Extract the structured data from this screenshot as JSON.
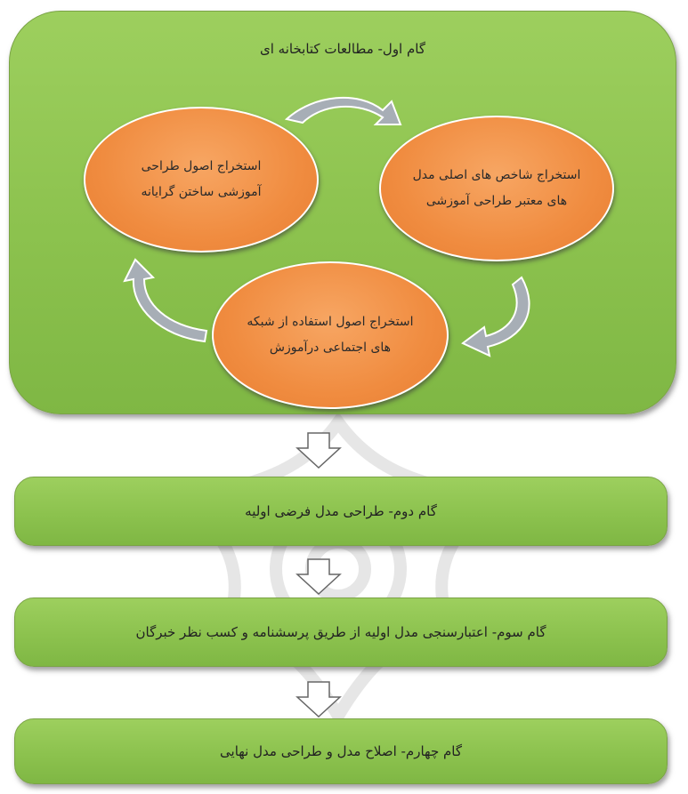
{
  "step1": {
    "title": "گام اول- مطالعات کتابخانه ای",
    "circles": {
      "right": "استخراج شاخص های اصلی مدل های معتبر طراحی آموزشی",
      "left": "استخراج اصول طراحی آموزشی ساختن گرایانه",
      "bottom": "استخراج اصول استفاده از شبکه های اجتماعی درآموزش"
    }
  },
  "step2": {
    "label": "گام دوم- طراحی مدل فرضی اولیه"
  },
  "step3": {
    "label": "گام سوم- اعتبارسنجی مدل اولیه از طریق پرسشنامه و کسب نظر خبرگان"
  },
  "step4": {
    "label": "گام چهارم- اصلاح مدل و طراحی مدل نهایی"
  },
  "colors": {
    "panel_green": "#8cc24e",
    "circle_orange": "#f08c40",
    "arrow_gray": "#a7aeb6"
  },
  "icons": [
    "curved-arrow-icon",
    "down-arrow-icon",
    "watermark-logo"
  ]
}
